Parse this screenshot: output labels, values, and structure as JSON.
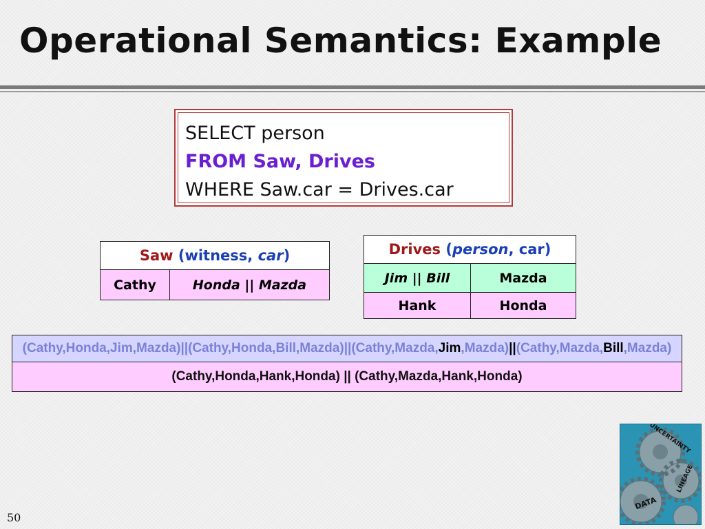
{
  "slide": {
    "title": "Operational Semantics: Example",
    "page_number": "50"
  },
  "query": {
    "line1": "SELECT person",
    "line2": "FROM Saw, Drives",
    "line3": "WHERE Saw.car = Drives.car"
  },
  "saw_table": {
    "name": "Saw",
    "open": " (",
    "attr1": "witness, ",
    "attr2": "car",
    "close": ")",
    "rows": [
      {
        "witness": "Cathy",
        "car": "Honda || Mazda"
      }
    ]
  },
  "drives_table": {
    "name": "Drives",
    "open": " (",
    "attr1": "person",
    "attr2": ", car",
    "close": ")",
    "rows": [
      {
        "person": "Jim || Bill",
        "car": "Mazda"
      },
      {
        "person": "Hank",
        "car": "Honda"
      }
    ]
  },
  "result": {
    "row1": {
      "part1": "(Cathy,Honda,Jim,Mazda)",
      "sep1": "||",
      "part2": "(Cathy,Honda,Bill,Mazda)",
      "sep2": "||",
      "part3a": "(Cathy,Mazda,",
      "part3b": "Jim",
      "part3c": ",Mazda)",
      "sep3": "||",
      "part4a": "(Cathy,Mazda,",
      "part4b": "Bill",
      "part4c": ",Mazda)"
    },
    "row2": "(Cathy,Honda,Hank,Honda) || (Cathy,Mazda,Hank,Honda)"
  },
  "logo": {
    "words": [
      "UNCERTAINTY",
      "LINEAGE",
      "DATA"
    ]
  },
  "colors": {
    "relation_name": "#a01818",
    "attribute": "#1a3fb5",
    "from_clause": "#6a1fd0",
    "pink_row": "#ffccff",
    "green_row": "#b9ffd9",
    "lavender_row": "#d5d5ff",
    "logo_bg": "#2b93b3"
  }
}
